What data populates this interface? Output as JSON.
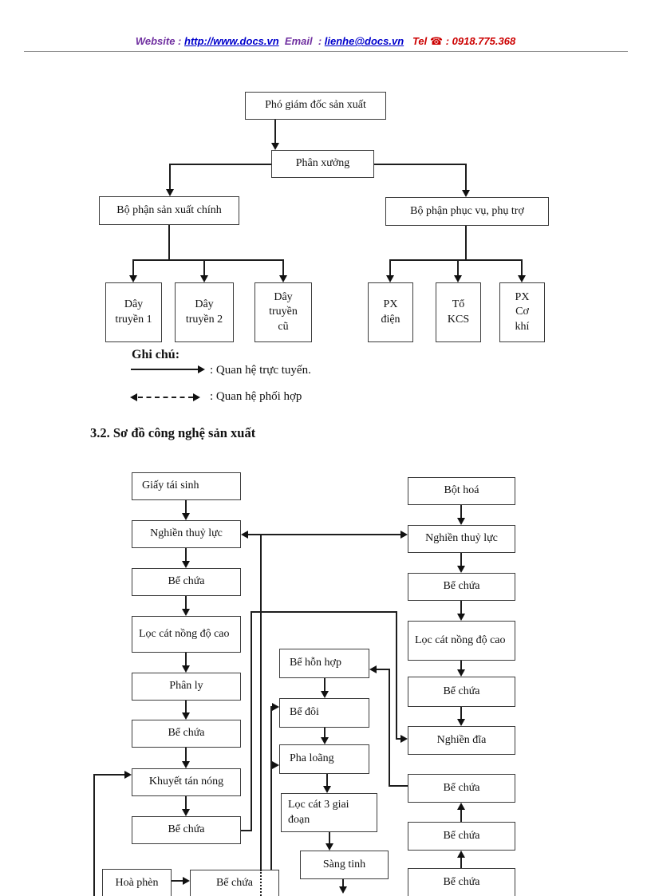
{
  "page": {
    "header": {
      "website_label": "Website : ",
      "website_url": "http://www.docs.vn",
      "email_label": "  Email  : ",
      "email_url": "lienhe@docs.vn",
      "tel_label": "   Tel ",
      "phone_icon": "☎",
      "tel_number": " : 0918.775.368"
    },
    "org_chart": {
      "root": "Phó giám đốc sản xuất",
      "level2": "Phân xưởng",
      "branch_left": "Bộ phận sản xuất chính",
      "branch_right": "Bộ phận phục vụ, phụ trợ",
      "left_units": [
        "Dây truyền 1",
        "Dây truyền 2",
        "Dây truyền cũ"
      ],
      "right_units": [
        "PX điện",
        "Tổ KCS",
        "PX Cơ khí"
      ]
    },
    "legend": {
      "title": "Ghi chú:",
      "solid_arrow_label": ": Quan hệ trực tuyến.",
      "dashed_arrow_label": ": Quan hệ phối hợp"
    },
    "section_title": "3.2. Sơ đồ công nghệ sản xuất",
    "flow_chart": {
      "left_column": [
        "Giấy tái sinh",
        "Nghiền thuỷ lực",
        "Bể chứa",
        "Lọc cát nồng độ cao",
        "Phân ly",
        "Bể chứa",
        "Khuyết tán nóng",
        "Bể chứa"
      ],
      "middle_column": [
        "Bể hỗn hợp",
        "Bể đôi",
        "Pha loãng",
        "Lọc cát 3 giai đoạn",
        "Sàng tinh"
      ],
      "right_column": [
        "Bột hoá",
        "Nghiền thuỷ lực",
        "Bể chứa",
        "Lọc cát nồng độ cao",
        "Bể chứa",
        "Nghiền đĩa",
        "Bể chứa",
        "Bể chứa",
        "Bể chứa"
      ],
      "bottom_row": [
        "Hoà phèn",
        "Bể chứa"
      ]
    }
  }
}
